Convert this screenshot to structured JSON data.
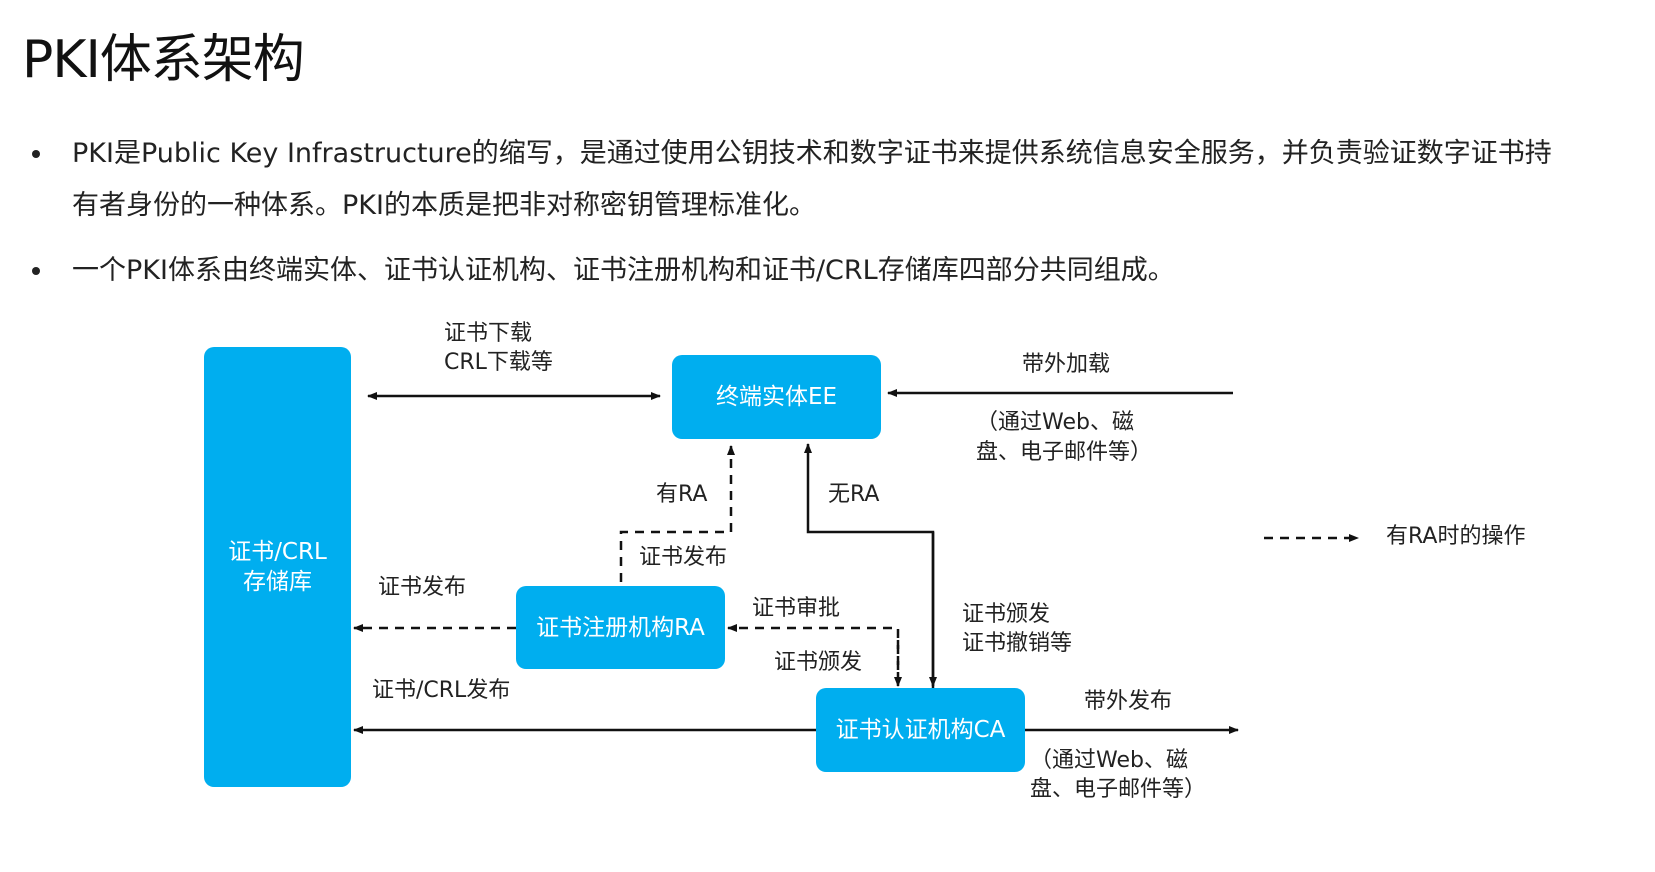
{
  "title": "PKI体系架构",
  "bullets": [
    {
      "text": "PKI是Public Key Infrastructure的缩写，是通过使用公钥技术和数字证书来提供系统信息安全服务，并负责验证数字证书持有者身份的一种体系。PKI的本质是把非对称密钥管理标准化。"
    },
    {
      "text": "一个PKI体系由终端实体、证书认证机构、证书注册机构和证书/CRL存储库四部分共同组成。"
    }
  ],
  "diagram": {
    "colors": {
      "box": "#00aeef",
      "line": "#111111"
    },
    "nodes": {
      "repository": {
        "line1": "证书/CRL",
        "line2": "存储库"
      },
      "end_entity": {
        "label": "终端实体EE"
      },
      "ra": {
        "label": "证书注册机构RA"
      },
      "ca": {
        "label": "证书认证机构CA"
      }
    },
    "edge_labels": {
      "download_line1": "证书下载",
      "download_line2": "CRL下载等",
      "oob_load": "带外加载",
      "oob_load_note_line1": "（通过Web、磁",
      "oob_load_note_line2": "盘、电子邮件等）",
      "with_ra": "有RA",
      "without_ra": "无RA",
      "ra_publish_down": "证书发布",
      "ra_publish_repo": "证书发布",
      "cert_approve": "证书审批",
      "cert_issue": "证书颁发",
      "ca_issue_line1": "证书颁发",
      "ca_issue_line2": "证书撤销等",
      "crl_publish": "证书/CRL发布",
      "oob_publish": "带外发布",
      "oob_publish_note_line1": "（通过Web、磁",
      "oob_publish_note_line2": "盘、电子邮件等）"
    },
    "legend": {
      "label": "有RA时的操作",
      "style": "dashed-arrow"
    }
  }
}
